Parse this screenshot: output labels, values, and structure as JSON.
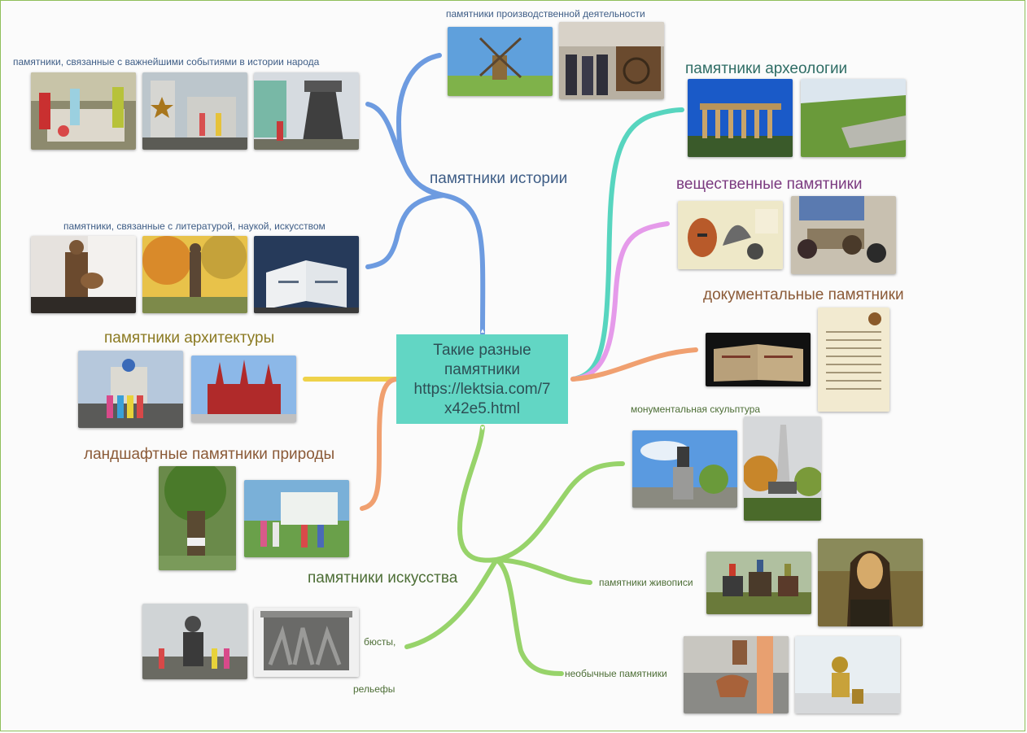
{
  "center": {
    "line1": "Такие разные",
    "line2": "памятники",
    "line3": "https://lektsia.com/7",
    "line4": "x42e5.html"
  },
  "branches": {
    "history": "памятники истории",
    "events": "памятники, связанные с важнейшими событиями в истории народа",
    "literature": "памятники, связанные с литературой, наукой, искусством",
    "production": "памятники производственной деятельности",
    "architecture": "памятники архитектуры",
    "landscape": "ландшафтные памятники природы",
    "art": "памятники искусства",
    "busts": "бюсты,",
    "reliefs": "рельефы",
    "archaeology": "памятники археологии",
    "material": "вещественные памятники",
    "documentary": "документальные памятники",
    "sculpture": "монументальная скульптура",
    "painting": "памятники живописи",
    "unusual": "необычные памятники"
  },
  "colors": {
    "history": "#6d9be0",
    "architecture": "#efd24a",
    "landscape": "#f0a070",
    "art": "#97d36a",
    "archaeology": "#57d5bf",
    "material": "#e59aea",
    "documentary": "#f0a070",
    "center_bg": "#62d6c4"
  }
}
